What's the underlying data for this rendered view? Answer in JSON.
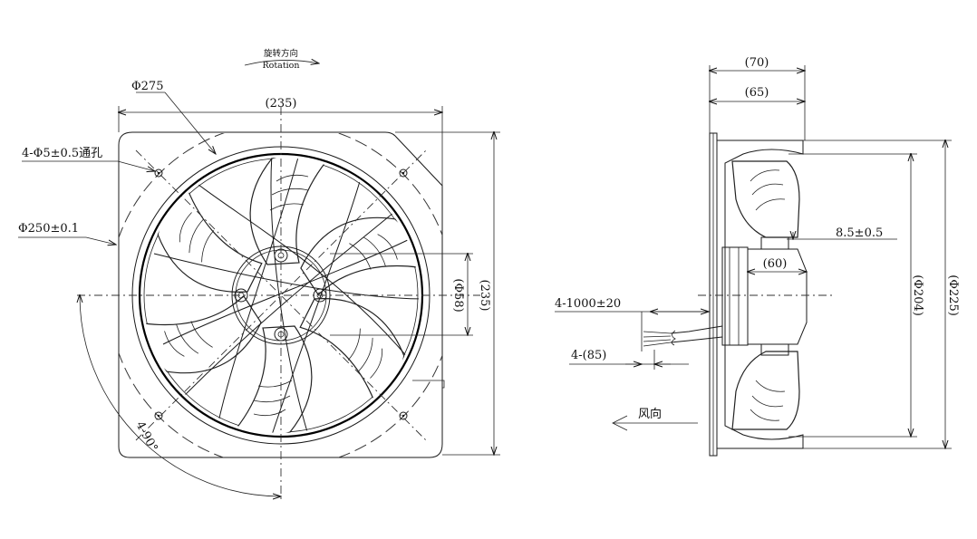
{
  "front_view": {
    "rotation_cn": "旋转方向",
    "rotation_en": "Rotation",
    "dim_outer_dia": "Φ275",
    "dim_width": "(235)",
    "dim_holes": "4-Φ5±0.5通孔",
    "dim_hole_pcd": "Φ250±0.1",
    "dim_hub": "(Φ58)",
    "dim_height": "(235)",
    "dim_angle": "4-90°"
  },
  "side_view": {
    "dim_depth_total": "(70)",
    "dim_depth_body": "(65)",
    "dim_gap": "8.5±0.5",
    "dim_motor": "(60)",
    "dim_impeller": "(Φ204)",
    "dim_frame": "(Φ225)",
    "dim_lead_length": "4-1000±20",
    "dim_strip": "4-(85)",
    "airflow_label": "风向"
  }
}
